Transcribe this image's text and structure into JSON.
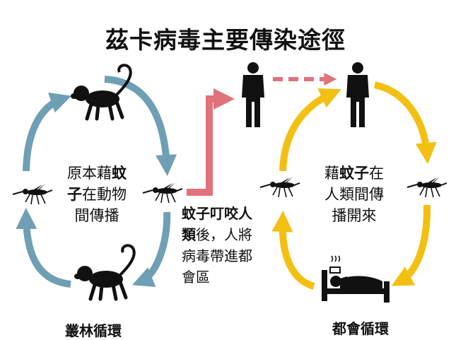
{
  "title": "茲卡病毒主要傳染途徑",
  "jungle": {
    "center": {
      "line1_a": "原本藉",
      "line1_b": "蚊",
      "line2_a": "子",
      "line2_b": "在動物",
      "line3": "間傳播"
    },
    "label": "叢林循環"
  },
  "bite": {
    "line1": "蚊子叮咬人",
    "line2_a": "類",
    "line2_b": "後，人將",
    "line3": "病毒帶進都",
    "line4": "會區"
  },
  "urban": {
    "center": {
      "line1_a": "藉",
      "line1_b": "蚊子",
      "line1_c": "在",
      "line2": "人類間傳",
      "line3": "播開來"
    },
    "label": "都會循環"
  },
  "colors": {
    "jungle_arrow": "#6f9fb4",
    "bite_arrow": "#e0727b",
    "urban_arrow": "#f3c012",
    "figure": "#111111"
  },
  "icons": [
    "monkey-icon",
    "mosquito-icon",
    "person-icon",
    "sick-person-in-bed-icon"
  ]
}
